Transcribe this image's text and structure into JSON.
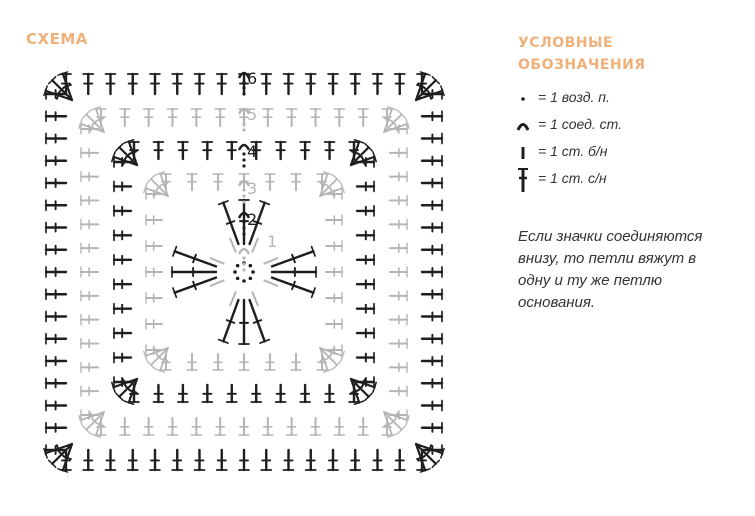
{
  "colors": {
    "title": "#f0b07a",
    "dark_stitch": "#1e1e1e",
    "light_stitch": "#b5b5b5",
    "text": "#333333"
  },
  "scheme": {
    "title": "СХЕМА",
    "round_labels": [
      "1",
      "2",
      "3",
      "4",
      "5",
      "6"
    ]
  },
  "legend": {
    "title_lines": [
      "УСЛОВНЫЕ",
      "ОБОЗНАЧЕНИЯ"
    ],
    "items": [
      {
        "icon": "chain-stitch-dot-icon",
        "label": "= 1 возд. п."
      },
      {
        "icon": "slip-stitch-arc-icon",
        "label": "= 1 соед. ст."
      },
      {
        "icon": "single-crochet-bar-icon",
        "label": "= 1 ст. б/н"
      },
      {
        "icon": "double-crochet-cross-icon",
        "label": "= 1 ст. с/н"
      }
    ]
  },
  "note": {
    "lines": [
      "Если значки соединяются",
      "внизу, то петли вяжут в",
      "одну и ту же петлю",
      "основания."
    ]
  }
}
